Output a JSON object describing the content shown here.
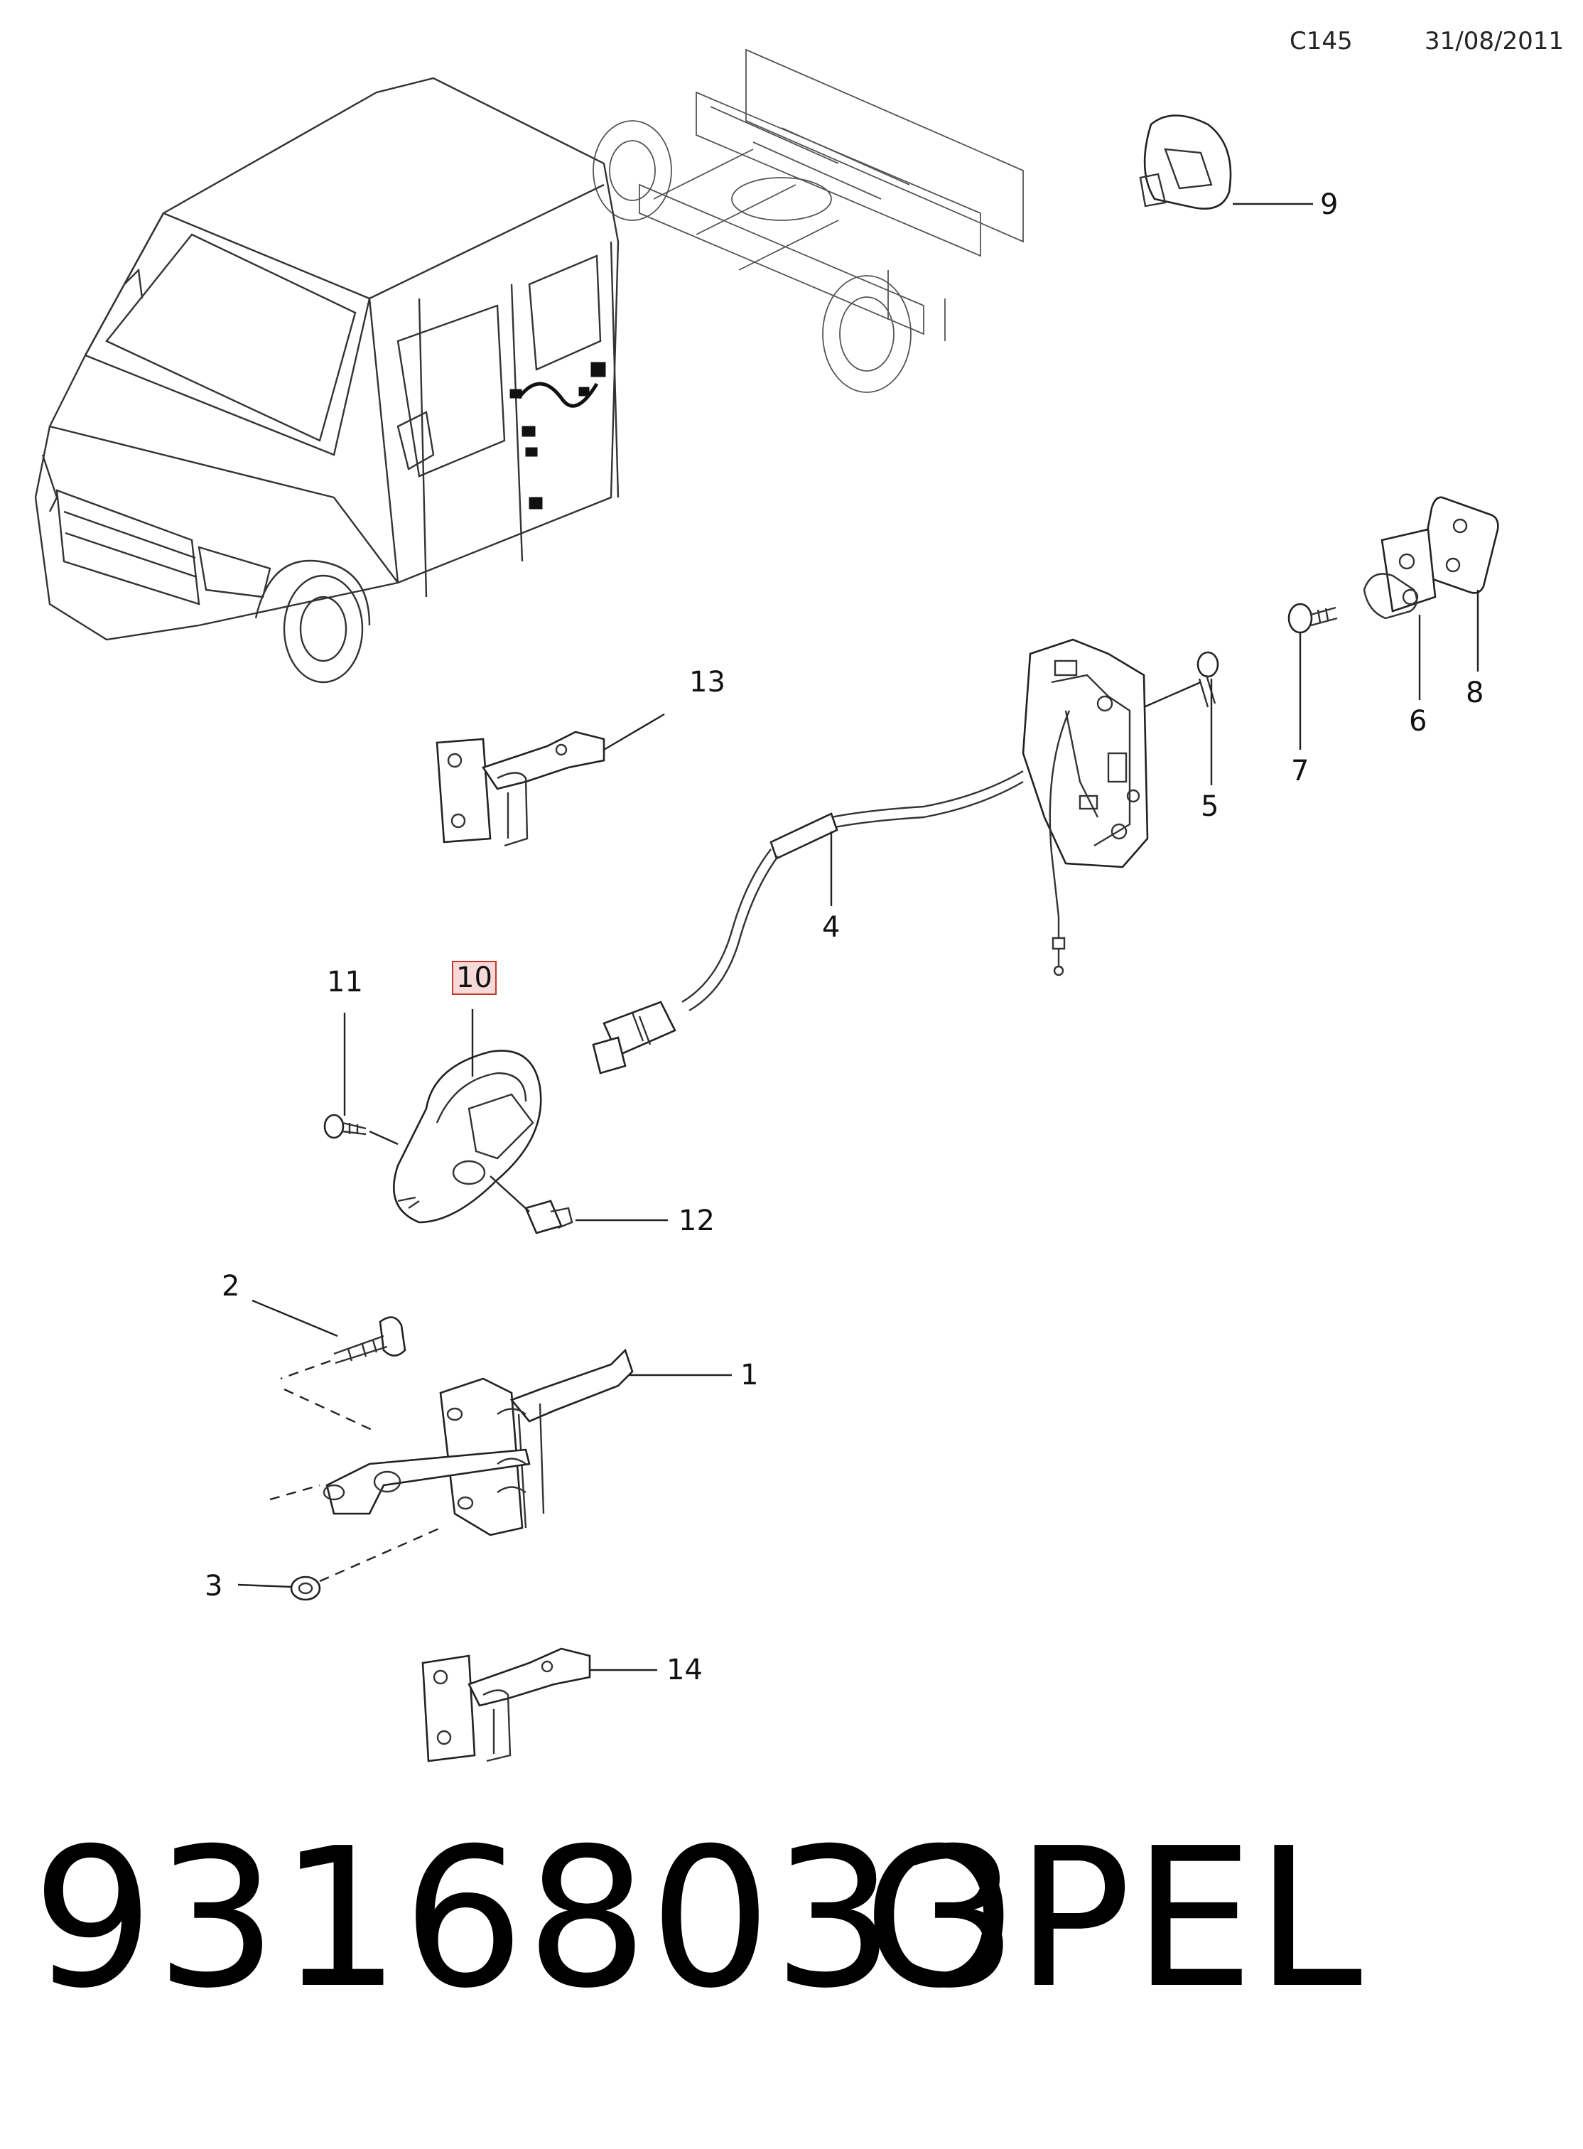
{
  "header": {
    "code": "C145",
    "date": "31/08/2011"
  },
  "callouts": [
    {
      "id": "c1",
      "text": "1"
    },
    {
      "id": "c2",
      "text": "2"
    },
    {
      "id": "c3",
      "text": "3"
    },
    {
      "id": "c4",
      "text": "4"
    },
    {
      "id": "c5",
      "text": "5"
    },
    {
      "id": "c6",
      "text": "6"
    },
    {
      "id": "c7",
      "text": "7"
    },
    {
      "id": "c8",
      "text": "8"
    },
    {
      "id": "c9",
      "text": "9"
    },
    {
      "id": "c10",
      "text": "10",
      "highlighted": true
    },
    {
      "id": "c11",
      "text": "11"
    },
    {
      "id": "c12",
      "text": "12"
    },
    {
      "id": "c13",
      "text": "13"
    },
    {
      "id": "c14",
      "text": "14"
    }
  ],
  "footer": {
    "part_number": "93168033",
    "brand": "OPEL"
  },
  "colors": {
    "line": "#222222",
    "highlight_border": "#c0392b",
    "highlight_fill": "#f7d9d9"
  }
}
